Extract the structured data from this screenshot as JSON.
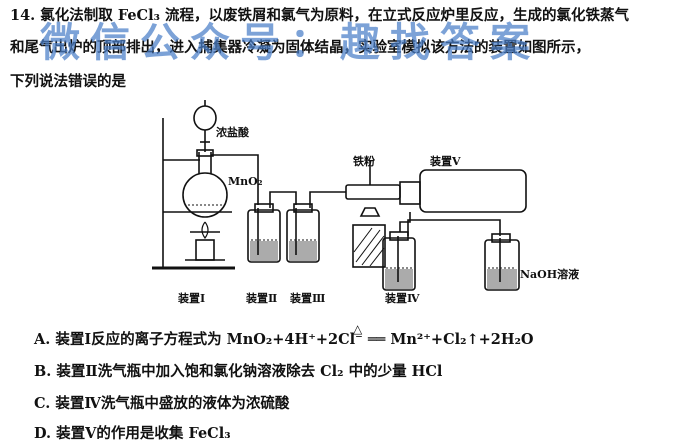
{
  "question": {
    "line1": "14. 氯化法制取 FeCl₃ 流程，以废铁屑和氯气为原料，在立式反应炉里反应，生成的氯化铁蒸气",
    "line2": "和尾气出炉的顶部排出，进入捕集器冷凝为固体结晶，实验室模拟该方法的装置如图所示，",
    "line3": "下列说法错误的是"
  },
  "watermark": "微信公众号：趣找答案",
  "diagram": {
    "label_hcl": "浓盐酸",
    "label_mno2": "MnO₂",
    "label_iron": "铁粉",
    "label_device5": "装置Ⅴ",
    "label_naoh": "NaOH溶液",
    "label_device1": "装置Ⅰ",
    "label_device2": "装置Ⅱ",
    "label_device3": "装置Ⅲ",
    "label_device4": "装置Ⅳ"
  },
  "options": {
    "a": "A. 装置Ⅰ反应的离子方程式为 MnO₂+4H⁺+2Cl⁻ ══ Mn²⁺+Cl₂↑+2H₂O",
    "a_condition": "△",
    "b": "B. 装置Ⅱ洗气瓶中加入饱和氯化钠溶液除去 Cl₂ 中的少量 HCl",
    "c": "C. 装置Ⅳ洗气瓶中盛放的液体为浓硫酸",
    "d": "D. 装置Ⅴ的作用是收集 FeCl₃"
  }
}
